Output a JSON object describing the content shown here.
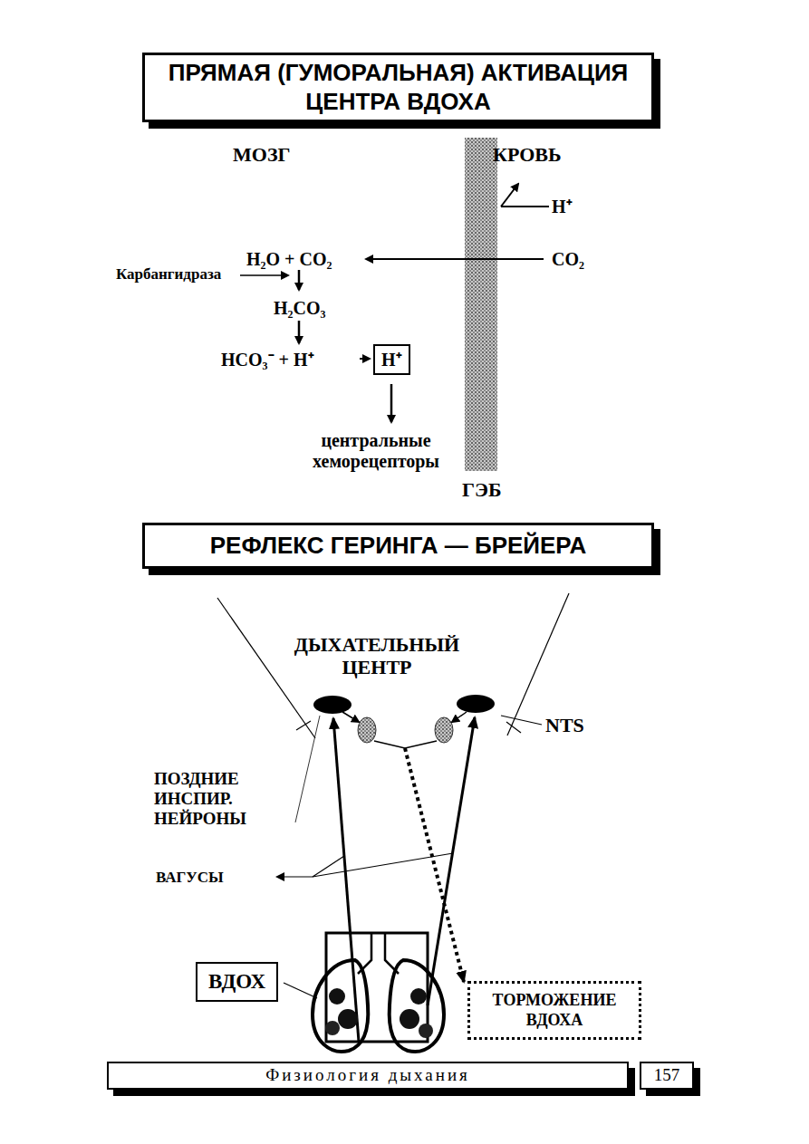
{
  "diagram": {
    "nodes": [
      {
        "text": [
          "ПРЯМАЯ (ГУМОРАЛЬНАЯ) АКТИВАЦИЯ ЦЕНТРА ВДОХА"
        ]
      },
      {
        "text": [
          "H⁺"
        ]
      },
      {
        "text": [
          "РЕФЛЕКС ГЕРИНГА — БРЕЙЕРА"
        ]
      },
      {
        "text": [
          "ВДОХ"
        ]
      },
      {
        "text": [
          "ТОРМОЖЕНИЕ ВДОХА"
        ]
      },
      {
        "text": [
          "Физиология дыхания"
        ]
      },
      {
        "text": [
          "157"
        ]
      }
    ],
    "labels": [
      "МОЗГ",
      "КРОВЬ",
      "H⁺",
      "H₂O + CO₂",
      "CO₂",
      "Карбангидраза",
      "H₂CO₃",
      "HCO₃⁻ + H⁺",
      "центральные хеморецепторы",
      "ГЭБ",
      "ДЫХАТЕЛЬНЫЙ ЦЕНТР",
      "NTS",
      "ПОЗДНИЕ ИНСПИР. НЕЙРОНЫ",
      "ВАГУСЫ"
    ]
  }
}
